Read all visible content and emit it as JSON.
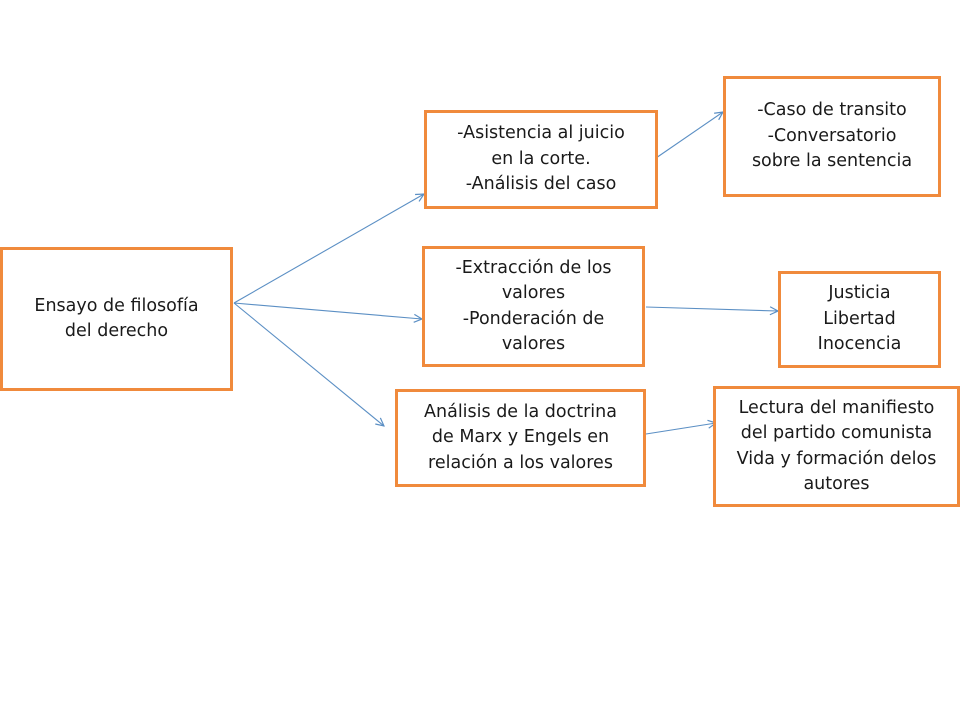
{
  "diagram": {
    "root": {
      "lines": [
        "Ensayo de filosofía",
        "del derecho"
      ]
    },
    "branches": [
      {
        "lines": [
          "-Asistencia al juicio",
          "en la corte.",
          "-Análisis del caso"
        ]
      },
      {
        "lines": [
          "-Extracción de los",
          "valores",
          "-Ponderación de",
          "valores"
        ]
      },
      {
        "lines": [
          "Análisis de la doctrina",
          "de Marx y Engels  en",
          "relación a los valores"
        ]
      }
    ],
    "leaves": [
      {
        "lines": [
          "-Caso de transito",
          "-Conversatorio",
          "sobre la sentencia"
        ]
      },
      {
        "lines": [
          "Justicia",
          "Libertad",
          "Inocencia"
        ]
      },
      {
        "lines": [
          "Lectura del manifiesto",
          "del partido comunista",
          "Vida y formación delos",
          "autores"
        ]
      }
    ],
    "colors": {
      "box_border": "#f08a3c",
      "arrow": "#5b8fc4",
      "text": "#1a1a1a"
    }
  }
}
